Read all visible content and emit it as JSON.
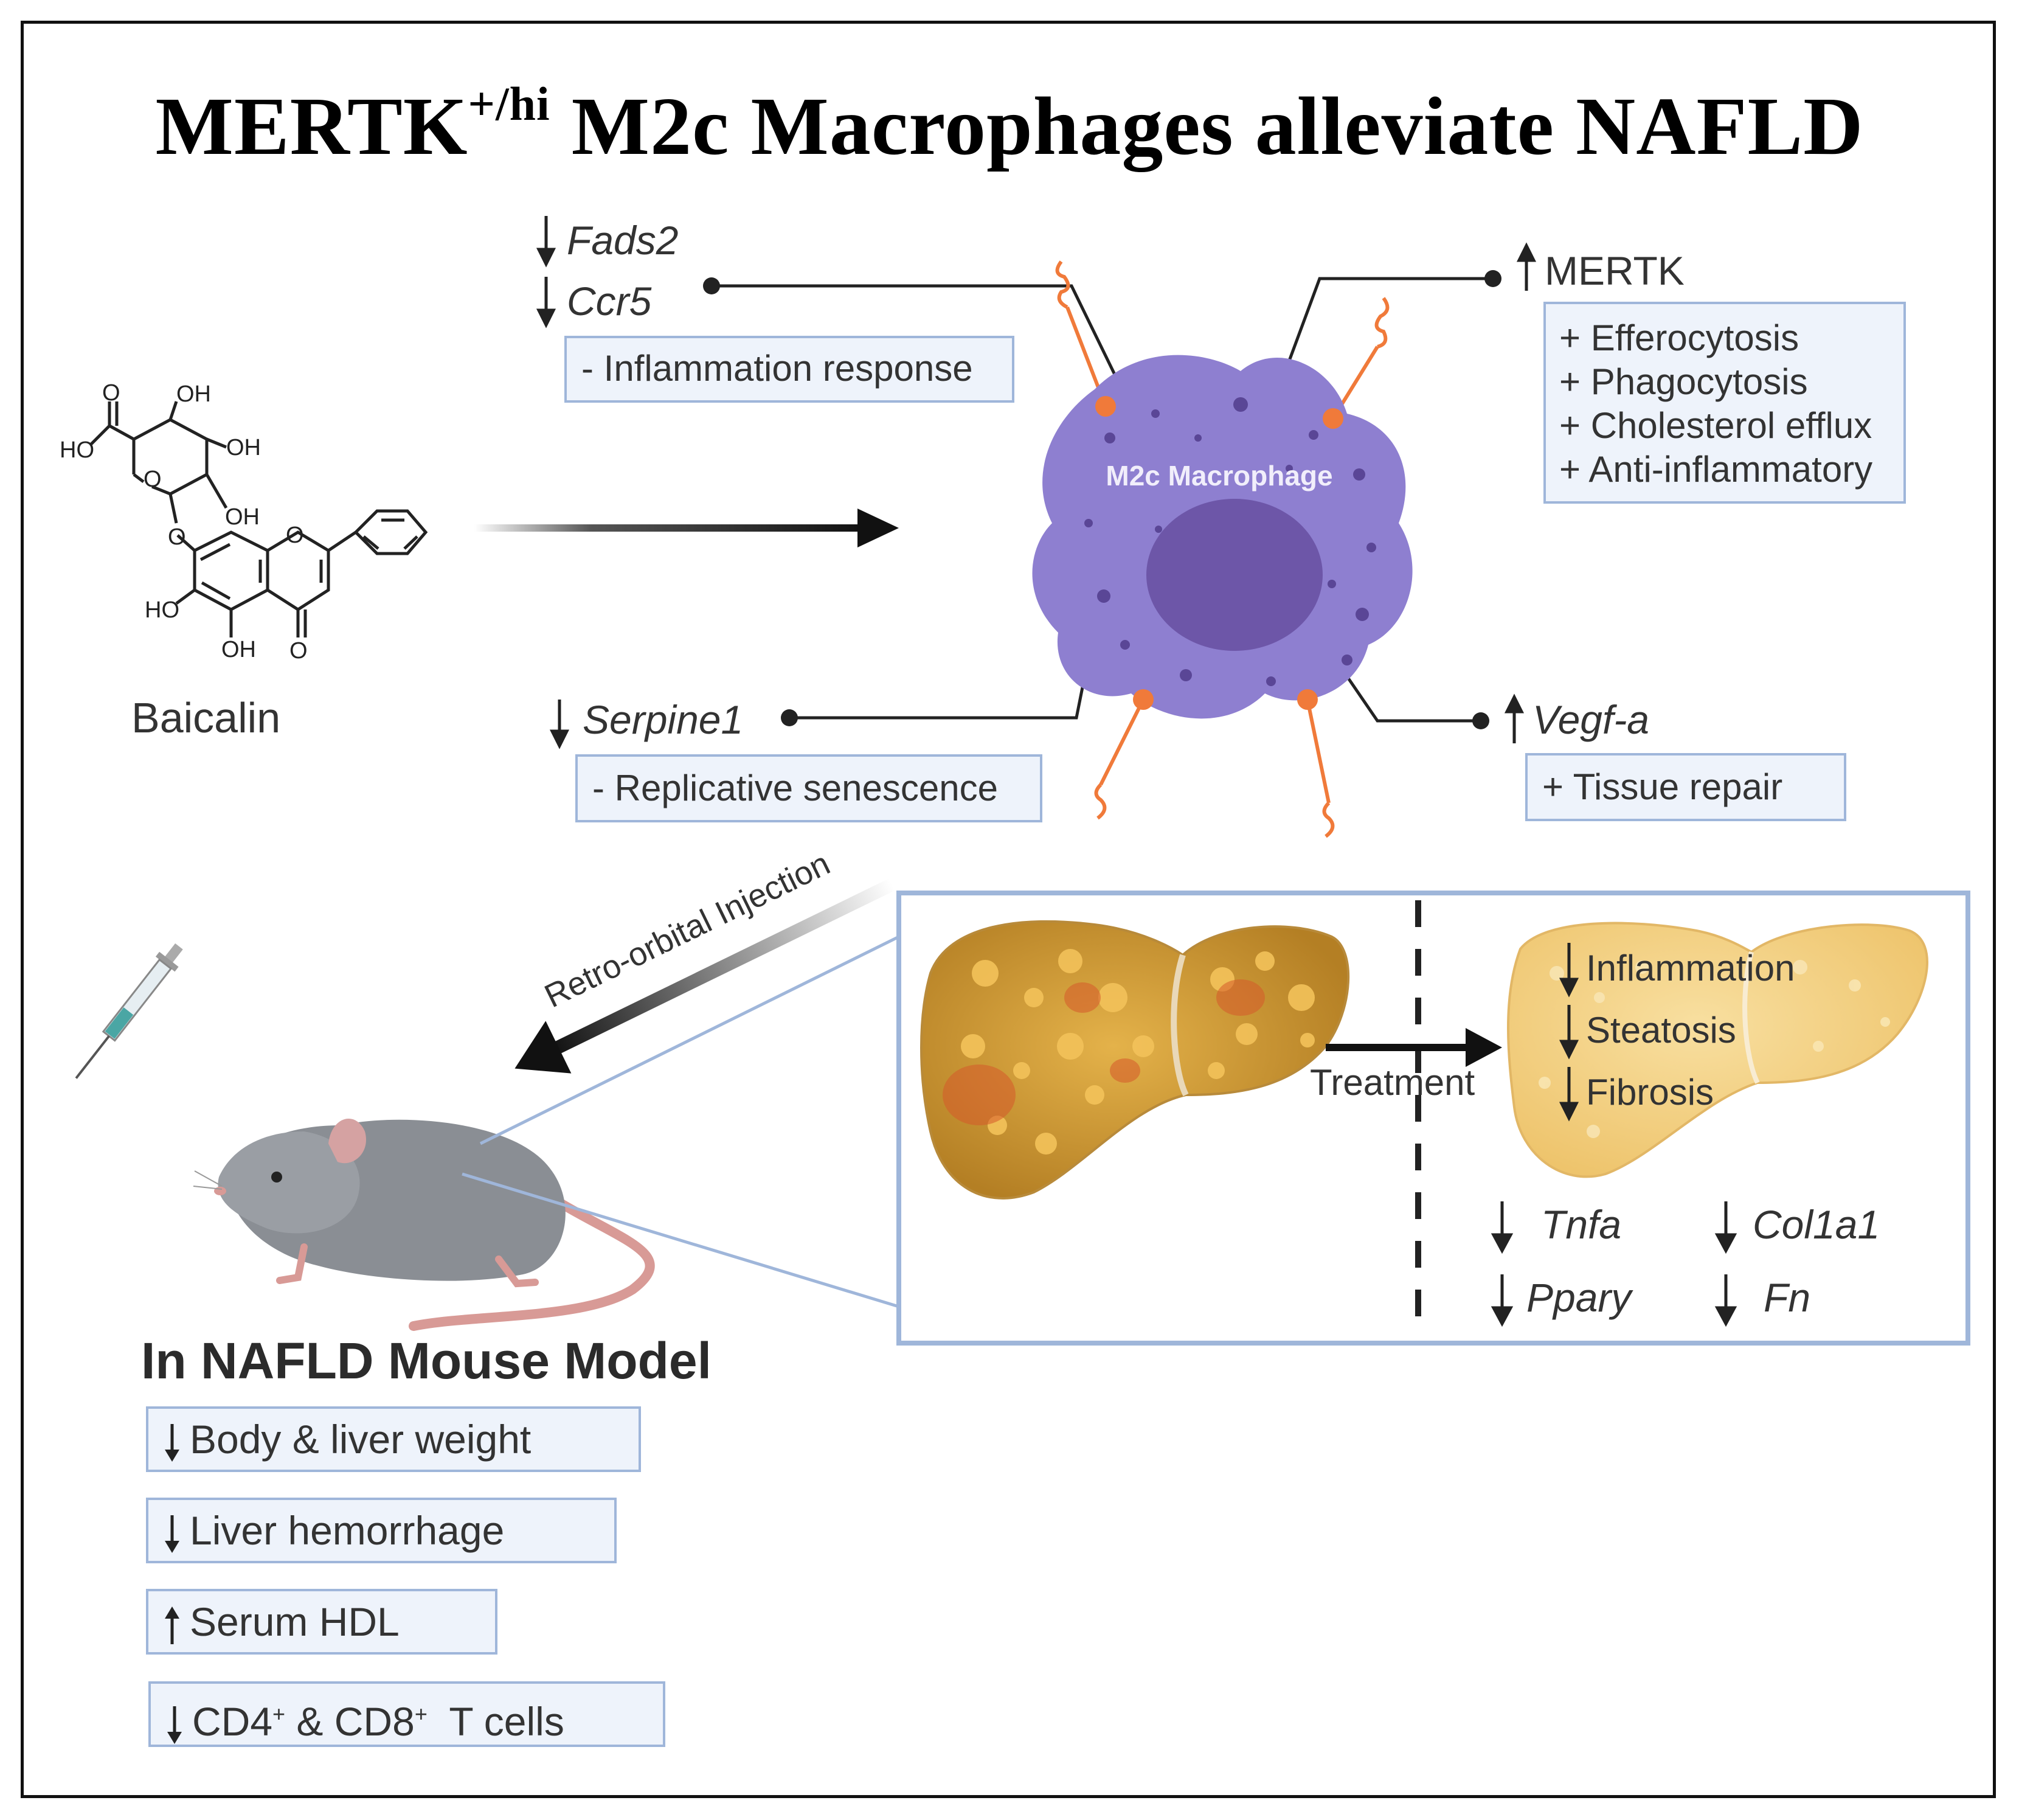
{
  "title": {
    "main": "MERTK",
    "sup": "+/hi",
    "rest": " M2c Macrophages alleviate NAFLD"
  },
  "molecule": {
    "name": "Baicalin",
    "atoms": {
      "o1": "O",
      "oh1": "OH",
      "ho1": "HO",
      "oh2": "OH",
      "o2": "O",
      "oh3": "OH",
      "o3": "O",
      "o4": "O",
      "ho2": "HO",
      "oh4": "OH",
      "o5": "O"
    }
  },
  "cell": {
    "label": "M2c Macrophage"
  },
  "genes": {
    "fads2": "Fads2",
    "ccr5": "Ccr5",
    "mertk": "MERTK",
    "serpine1": "Serpine1",
    "vegfa": "Vegf-a"
  },
  "boxes": {
    "inflammation_response": "- Inflammation response",
    "mertk_effects": [
      "+ Efferocytosis",
      "+ Phagocytosis",
      "+ Cholesterol efflux",
      "+ Anti-inflammatory"
    ],
    "replicative_senescence": "- Replicative senescence",
    "tissue_repair": "+ Tissue repair"
  },
  "injection": {
    "label": "Retro-orbital Injection"
  },
  "liver_panel": {
    "treatment": "Treatment",
    "outcomes": [
      "Inflammation",
      "Steatosis",
      "Fibrosis"
    ],
    "markers": [
      "Tnfa",
      "Col1a1",
      "Ppary",
      "Fn"
    ]
  },
  "mouse_model": {
    "heading": "In NAFLD Mouse Model",
    "items": [
      {
        "arrow": "down",
        "text": "Body & liver weight"
      },
      {
        "arrow": "down",
        "text": "Liver hemorrhage"
      },
      {
        "arrow": "up",
        "text": "Serum HDL"
      },
      {
        "arrow": "down",
        "text_a": "CD4",
        "sup_a": "+",
        "text_b": " & CD8",
        "sup_b": "+",
        "text_c": "  T cells"
      }
    ]
  },
  "colors": {
    "cell": "#8e7fd0",
    "nucleus": "#6d56a8",
    "receptor": "#f07a3a",
    "box_fill": "#eef3fb",
    "box_border": "#9fb6da",
    "liver_sick": "#d5a13c",
    "liver_healthy": "#f4d48a"
  }
}
